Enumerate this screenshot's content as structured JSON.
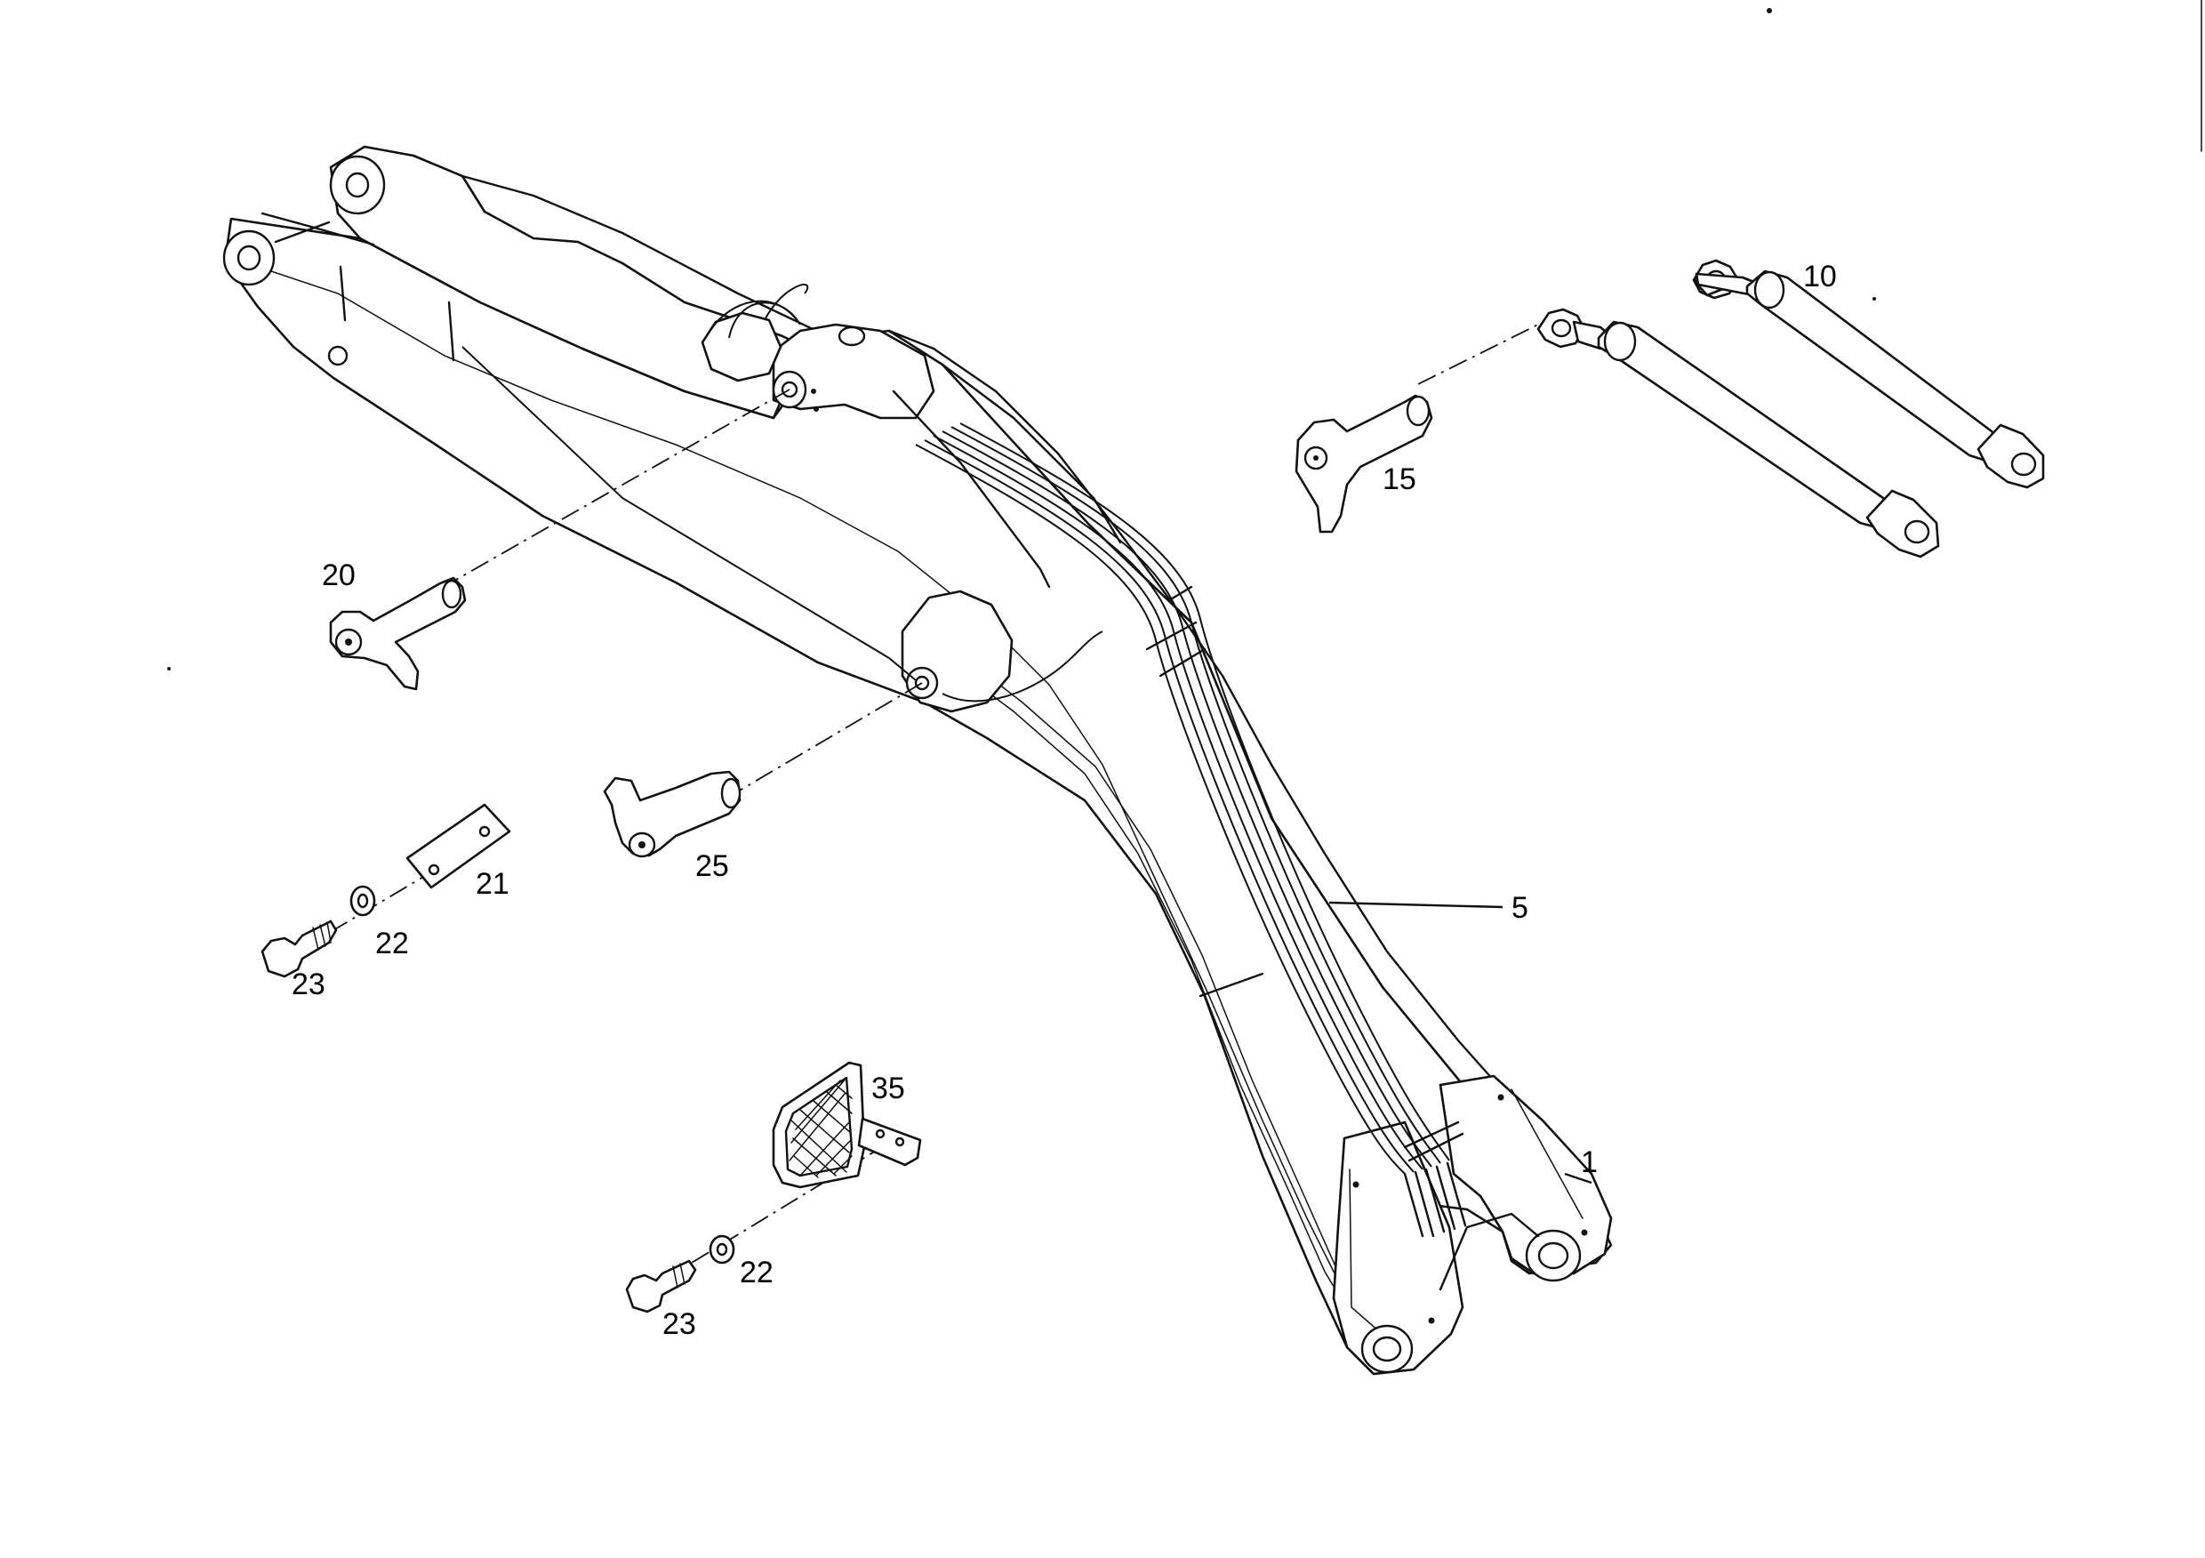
{
  "diagram": {
    "callouts": {
      "boom": "1",
      "hose_bundle": "5",
      "cylinder": "10",
      "pin_top": "15",
      "pin_left": "20",
      "plate": "21",
      "washer_a": "22",
      "bolt_a": "23",
      "pin_middle": "25",
      "washer_b": "22",
      "bolt_b": "23",
      "grille": "35"
    }
  }
}
